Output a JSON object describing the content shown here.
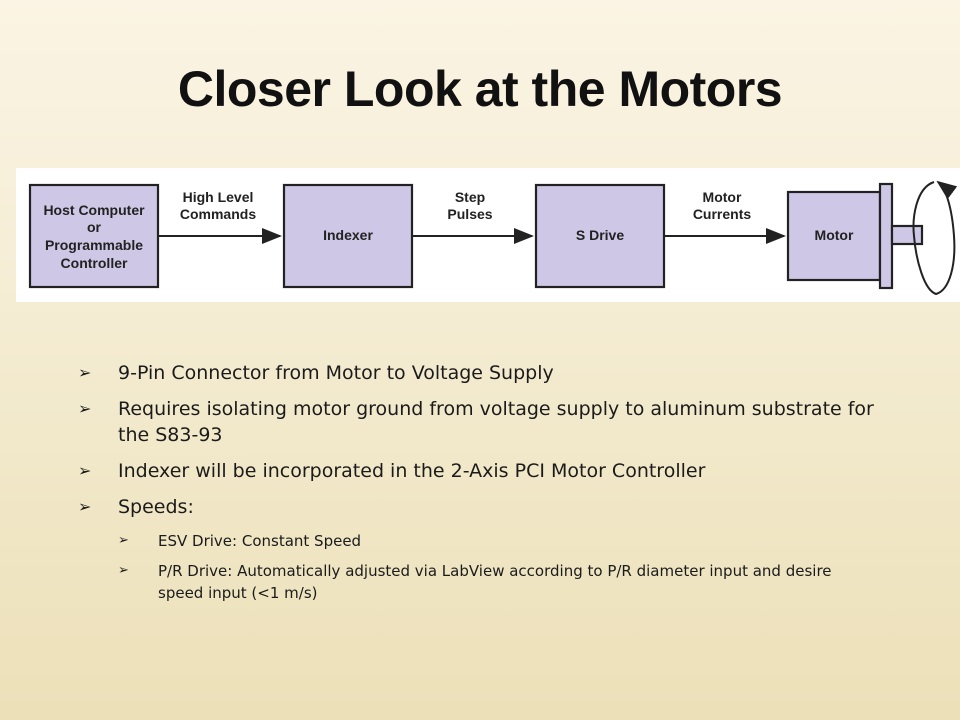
{
  "title": "Closer Look at the Motors",
  "diagram": {
    "blocks": [
      {
        "id": "host",
        "lines": [
          "Host Computer",
          "or",
          "Programmable",
          "Controller"
        ]
      },
      {
        "id": "indexer",
        "lines": [
          "Indexer"
        ]
      },
      {
        "id": "sdrive",
        "lines": [
          "S Drive"
        ]
      },
      {
        "id": "motor",
        "lines": [
          "Motor"
        ]
      }
    ],
    "arrows": [
      {
        "lines": [
          "High Level",
          "Commands"
        ]
      },
      {
        "lines": [
          "Step",
          "Pulses"
        ]
      },
      {
        "lines": [
          "Motor",
          "Currents"
        ]
      }
    ],
    "block_color": "#cfc7e6",
    "background_color": "#ffffff"
  },
  "bullets": [
    {
      "text": "9-Pin Connector from Motor to Voltage Supply"
    },
    {
      "text": "Requires isolating motor ground from voltage supply to aluminum substrate for the S83-93"
    },
    {
      "text": "Indexer will be incorporated in the 2-Axis PCI Motor Controller"
    },
    {
      "text": "Speeds:"
    }
  ],
  "sub_bullets": [
    {
      "text": "ESV Drive: Constant Speed"
    },
    {
      "text": "P/R Drive: Automatically adjusted via LabView according to P/R diameter input and desire speed input (<1 m/s)"
    }
  ],
  "bullet_marker": "➢"
}
